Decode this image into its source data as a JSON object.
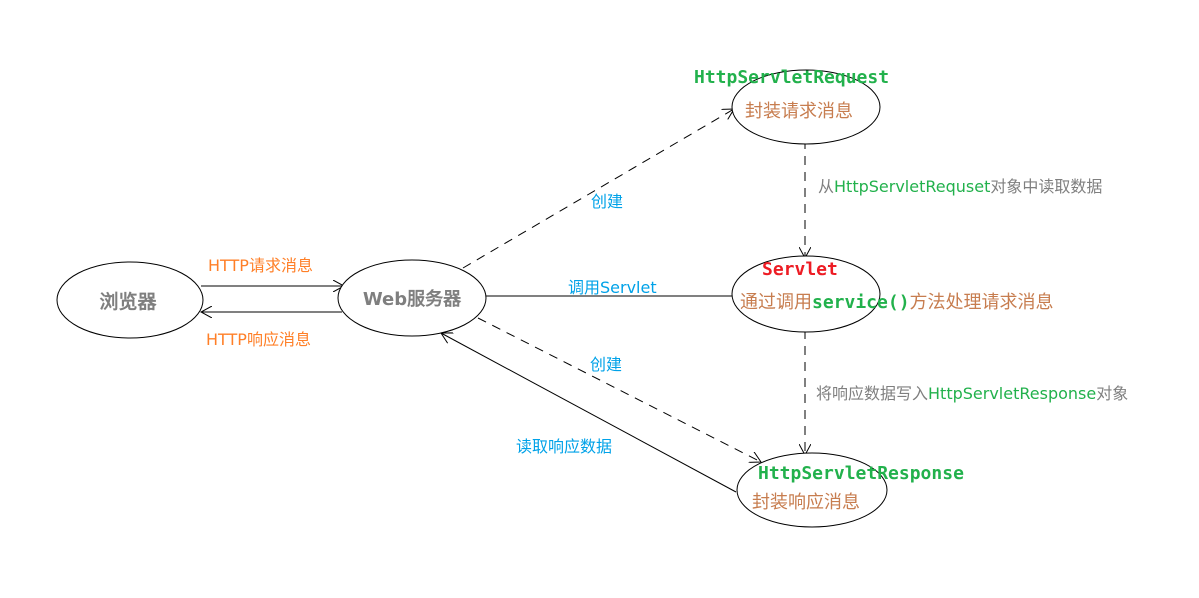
{
  "nodes": {
    "browser": {
      "label": "浏览器"
    },
    "web_server": {
      "label": "Web服务器"
    },
    "request": {
      "title": "HttpServletRequest",
      "subtitle": "封装请求消息"
    },
    "servlet": {
      "title": "Servlet",
      "sub_prefix": "通过调用",
      "sub_code": "service()",
      "sub_suffix": "方法处理请求消息"
    },
    "response": {
      "title": "HttpServletResponse",
      "subtitle": "封装响应消息"
    }
  },
  "edges": {
    "http_request": "HTTP请求消息",
    "http_response": "HTTP响应消息",
    "create_request": "创建",
    "invoke_servlet": "调用Servlet",
    "create_response": "创建",
    "read_response": "读取响应数据",
    "read_request": {
      "prefix": "从",
      "code": "HttpServletRequset",
      "suffix": "对象中读取数据"
    },
    "write_response": {
      "prefix": "将响应数据写入",
      "code": "HttpServletResponse",
      "suffix": "对象"
    }
  },
  "colors": {
    "orange": "#ff7f27",
    "blue": "#00a2e8",
    "green": "#22b14c",
    "red": "#ed1c24",
    "brown": "#c77d4f",
    "gray": "#7f7f7f"
  }
}
